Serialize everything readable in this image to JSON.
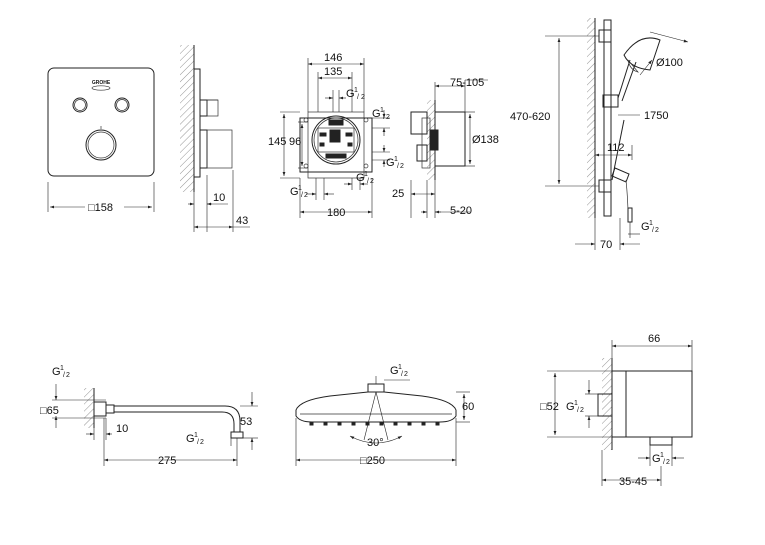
{
  "brand_logo": "GROHE",
  "views": {
    "panel_front": {
      "width": "□158"
    },
    "panel_side": {
      "wall_offset": "10",
      "depth": "43"
    },
    "box_front": {
      "top_width_outer": "146",
      "top_width_inner": "135",
      "height_outer": "145",
      "height_inner": "96",
      "bottom_width": "180",
      "conn_top": "G",
      "conn_right": "G",
      "conn_right_low": "G",
      "conn_bottom_right": "G",
      "conn_bottom_left": "G",
      "frac_num": "1",
      "frac_den": "2"
    },
    "box_side": {
      "range": "75-105",
      "diameter": "Ø138",
      "depth": "25",
      "mount": "5-20"
    },
    "shower_rail": {
      "height_range": "470-620",
      "head_diameter": "Ø100",
      "hose_length": "1750",
      "holder_depth": "112",
      "rail_offset": "70",
      "outlet": "G"
    },
    "arm": {
      "flange": "□65",
      "inlet": "G",
      "wall_gap": "10",
      "length": "275",
      "drop": "53",
      "outlet": "G"
    },
    "head": {
      "connector": "G",
      "height": "60",
      "angle": "30°",
      "size": "□250"
    },
    "elbow": {
      "depth": "66",
      "size": "□52",
      "inlet": "G",
      "outlet": "G",
      "offset": "35-45"
    }
  }
}
